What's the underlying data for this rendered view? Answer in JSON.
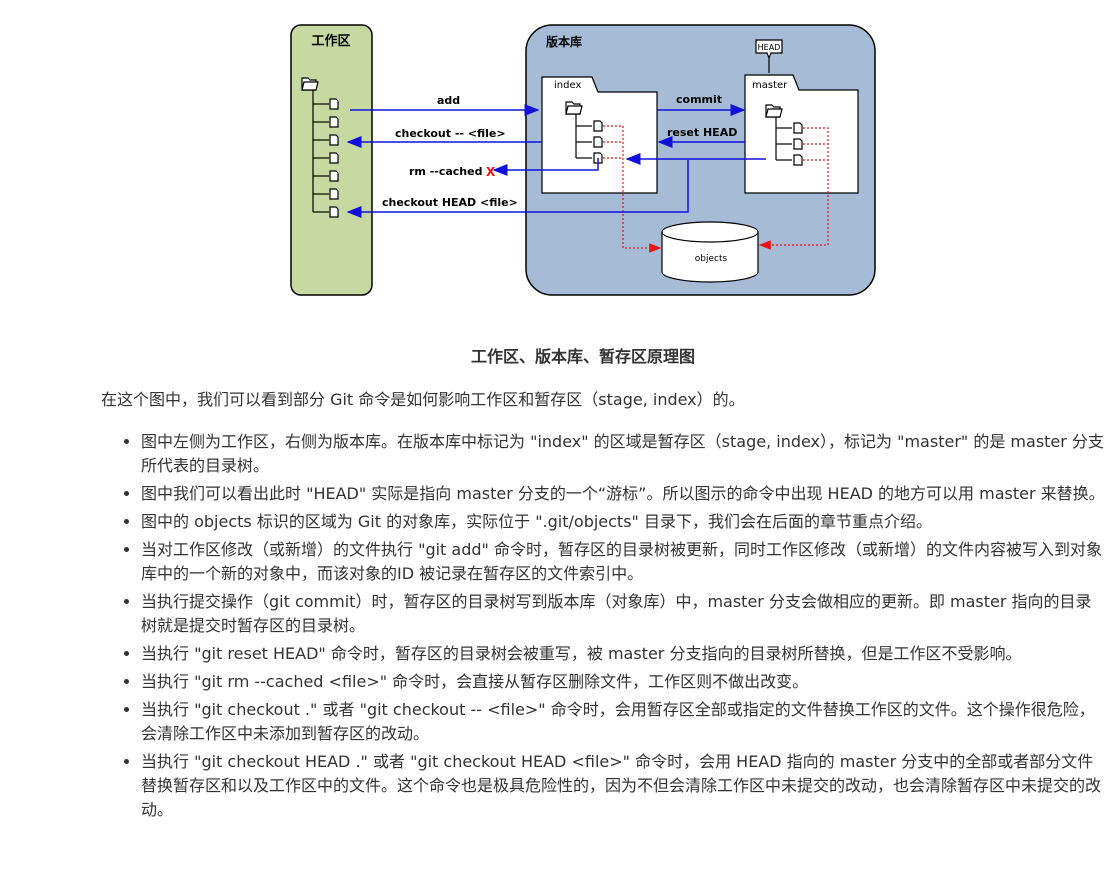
{
  "diagram": {
    "workspace_label": "工作区",
    "repo_label": "版本库",
    "head_tag": "HEAD",
    "index_label": "index",
    "master_label": "master",
    "objects_label": "objects",
    "arrows": {
      "add": "add",
      "checkout_file": "checkout -- <file>",
      "rm_cached": "rm --cached",
      "rm_x": "X",
      "checkout_head": "checkout HEAD <file>",
      "commit": "commit",
      "reset_head": "reset HEAD"
    },
    "colors": {
      "workspace_fill": "#c6d9a0",
      "repo_fill": "#a6bcd6",
      "arrow_blue": "#1111dd",
      "dotted_red": "#ee1111"
    }
  },
  "caption": "工作区、版本库、暂存区原理图",
  "intro": "在这个图中，我们可以看到部分 Git 命令是如何影响工作区和暂存区（stage, index）的。",
  "bullets": [
    "图中左侧为工作区，右侧为版本库。在版本库中标记为 \"index\" 的区域是暂存区（stage, index），标记为 \"master\" 的是 master 分支所代表的目录树。",
    "图中我们可以看出此时 \"HEAD\" 实际是指向 master 分支的一个“游标”。所以图示的命令中出现 HEAD 的地方可以用 master 来替换。",
    "图中的 objects 标识的区域为 Git 的对象库，实际位于 \".git/objects\" 目录下，我们会在后面的章节重点介绍。",
    "当对工作区修改（或新增）的文件执行 \"git add\" 命令时，暂存区的目录树被更新，同时工作区修改（或新增）的文件内容被写入到对象库中的一个新的对象中，而该对象的ID 被记录在暂存区的文件索引中。",
    "当执行提交操作（git commit）时，暂存区的目录树写到版本库（对象库）中，master 分支会做相应的更新。即 master 指向的目录树就是提交时暂存区的目录树。",
    "当执行 \"git reset HEAD\" 命令时，暂存区的目录树会被重写，被 master 分支指向的目录树所替换，但是工作区不受影响。",
    "当执行 \"git rm --cached <file>\" 命令时，会直接从暂存区删除文件，工作区则不做出改变。",
    "当执行 \"git checkout .\" 或者 \"git checkout -- <file>\" 命令时，会用暂存区全部或指定的文件替换工作区的文件。这个操作很危险，会清除工作区中未添加到暂存区的改动。",
    "当执行 \"git checkout HEAD .\" 或者 \"git checkout HEAD <file>\" 命令时，会用 HEAD 指向的 master 分支中的全部或者部分文件替换暂存区和以及工作区中的文件。这个命令也是极具危险性的，因为不但会清除工作区中未提交的改动，也会清除暂存区中未提交的改 动。"
  ]
}
